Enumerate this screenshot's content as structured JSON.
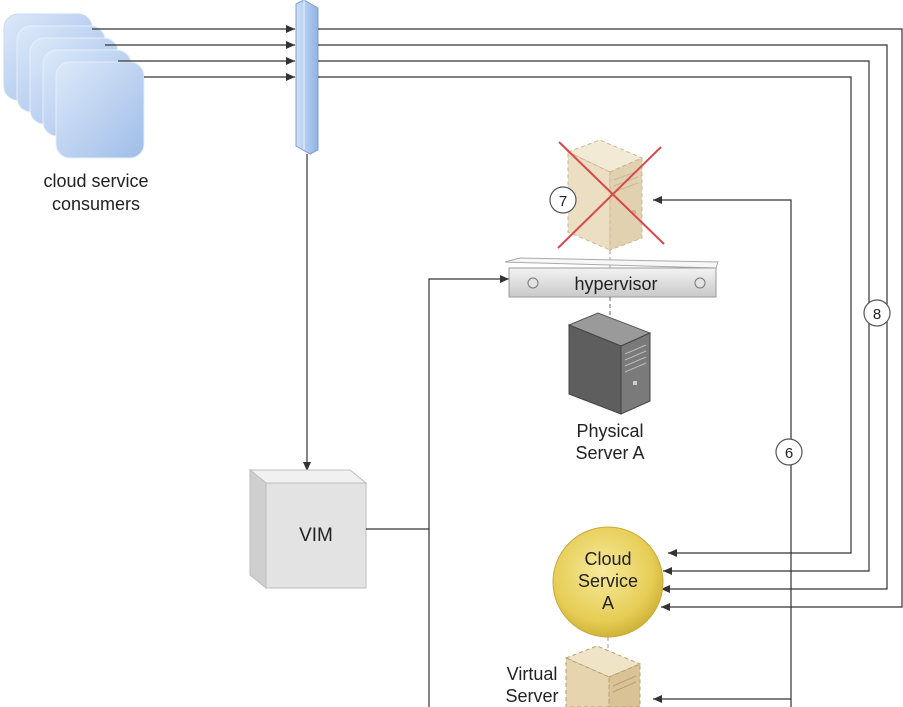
{
  "consumers": {
    "label_line1": "cloud service",
    "label_line2": "consumers"
  },
  "hypervisor": {
    "label": "hypervisor"
  },
  "physical_server": {
    "label_line1": "Physical",
    "label_line2": "Server A"
  },
  "vim": {
    "label": "VIM"
  },
  "cloud_service": {
    "label_line1": "Cloud",
    "label_line2": "Service",
    "label_line3": "A"
  },
  "virtual_server": {
    "label_line1": "Virtual",
    "label_line2": "Server"
  },
  "steps": {
    "six": "6",
    "seven": "7",
    "eight": "8"
  },
  "colors": {
    "consumer_fill": "#bcd4f2",
    "lb_fill": "#a8c8ee",
    "vm_fill": "#e8d9bb",
    "failed_cross": "#d84a4a",
    "cloud_service": "#ead263",
    "server_dark": "#6b6b6b"
  }
}
